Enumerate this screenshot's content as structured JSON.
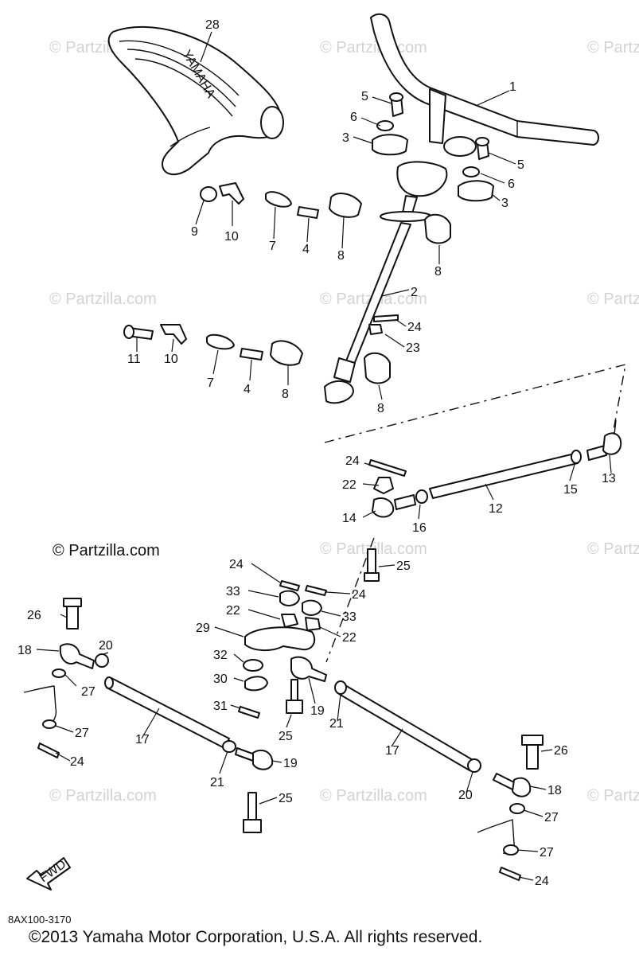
{
  "watermark": "© Partzilla.com",
  "brand_credit": "© Partzilla.com",
  "seat_logo": "YAMAHA",
  "fwd_label": "FWD",
  "diagram_code": "8AX100-3170",
  "copyright": "©2013 Yamaha Motor Corporation, U.S.A. All rights reserved.",
  "callouts": {
    "c1": "1",
    "c2": "2",
    "c3a": "3",
    "c3b": "3",
    "c4a": "4",
    "c4b": "4",
    "c5a": "5",
    "c5b": "5",
    "c6a": "6",
    "c6b": "6",
    "c7a": "7",
    "c7b": "7",
    "c8a": "8",
    "c8b": "8",
    "c8c": "8",
    "c8d": "8",
    "c9": "9",
    "c10a": "10",
    "c10b": "10",
    "c11": "11",
    "c12": "12",
    "c13": "13",
    "c14": "14",
    "c15": "15",
    "c16": "16",
    "c17a": "17",
    "c17b": "17",
    "c18a": "18",
    "c18b": "18",
    "c19a": "19",
    "c19b": "19",
    "c20a": "20",
    "c20b": "20",
    "c21a": "21",
    "c21b": "21",
    "c22a": "22",
    "c22b": "22",
    "c22c": "22",
    "c23": "23",
    "c24a": "24",
    "c24b": "24",
    "c24c": "24",
    "c24d": "24",
    "c24e": "24",
    "c24f": "24",
    "c25a": "25",
    "c25b": "25",
    "c25c": "25",
    "c26a": "26",
    "c26b": "26",
    "c27a": "27",
    "c27b": "27",
    "c27c": "27",
    "c27d": "27",
    "c28": "28",
    "c29": "29",
    "c30": "30",
    "c31": "31",
    "c32": "32",
    "c33a": "33",
    "c33b": "33"
  }
}
